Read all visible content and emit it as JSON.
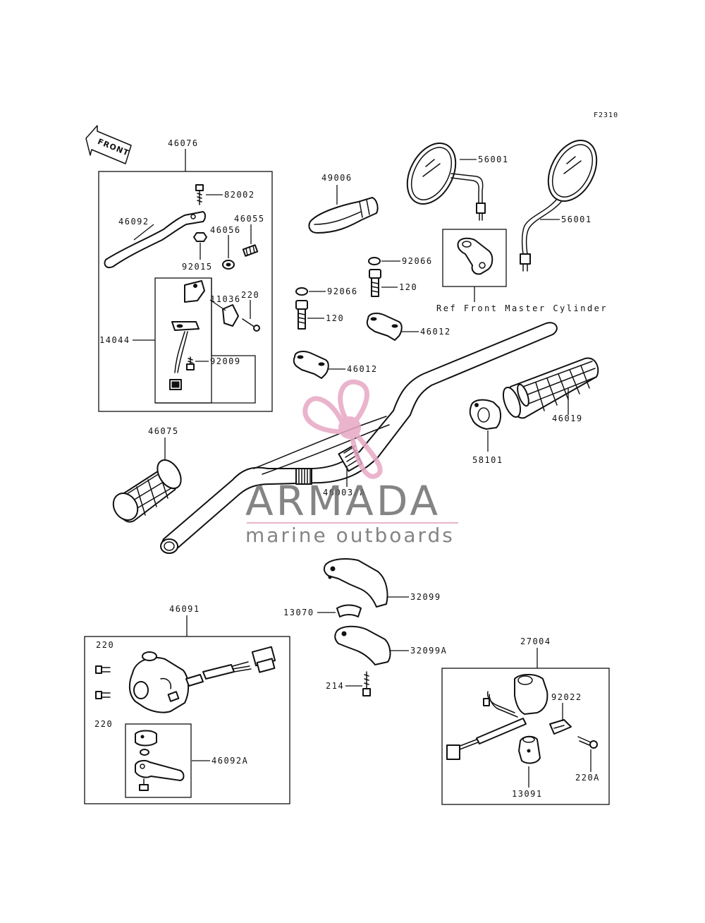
{
  "figure_code": "F2310",
  "front_marker": "FRONT",
  "reference_note": "Ref Front Master Cylinder",
  "watermark": {
    "brand": "ARMADA",
    "tagline": "marine outboards",
    "logo_color": "#e7a8c4",
    "text_color": "#6f6f6f"
  },
  "part_labels": {
    "p46076": "46076",
    "p82002": "82002",
    "p46092": "46092",
    "p46055": "46055",
    "p46056": "46056",
    "p92015": "92015",
    "p11036": "11036",
    "p220a": "220",
    "p14044": "14044",
    "p92009": "92009",
    "p49006": "49006",
    "p56001a": "56001",
    "p56001b": "56001",
    "p92066a": "92066",
    "p120a": "120",
    "p92066b": "92066",
    "p120b": "120",
    "p46012a": "46012",
    "p46012b": "46012",
    "p46019": "46019",
    "p58101": "58101",
    "p46075": "46075",
    "p46003": "46003/A",
    "p32099": "32099",
    "p13070": "13070",
    "p32099A": "32099A",
    "p214": "214",
    "p46091": "46091",
    "p220b": "220",
    "p220c": "220",
    "p46092A": "46092A",
    "p27004": "27004",
    "p92022": "92022",
    "p220d": "220A",
    "p13091": "13091"
  }
}
